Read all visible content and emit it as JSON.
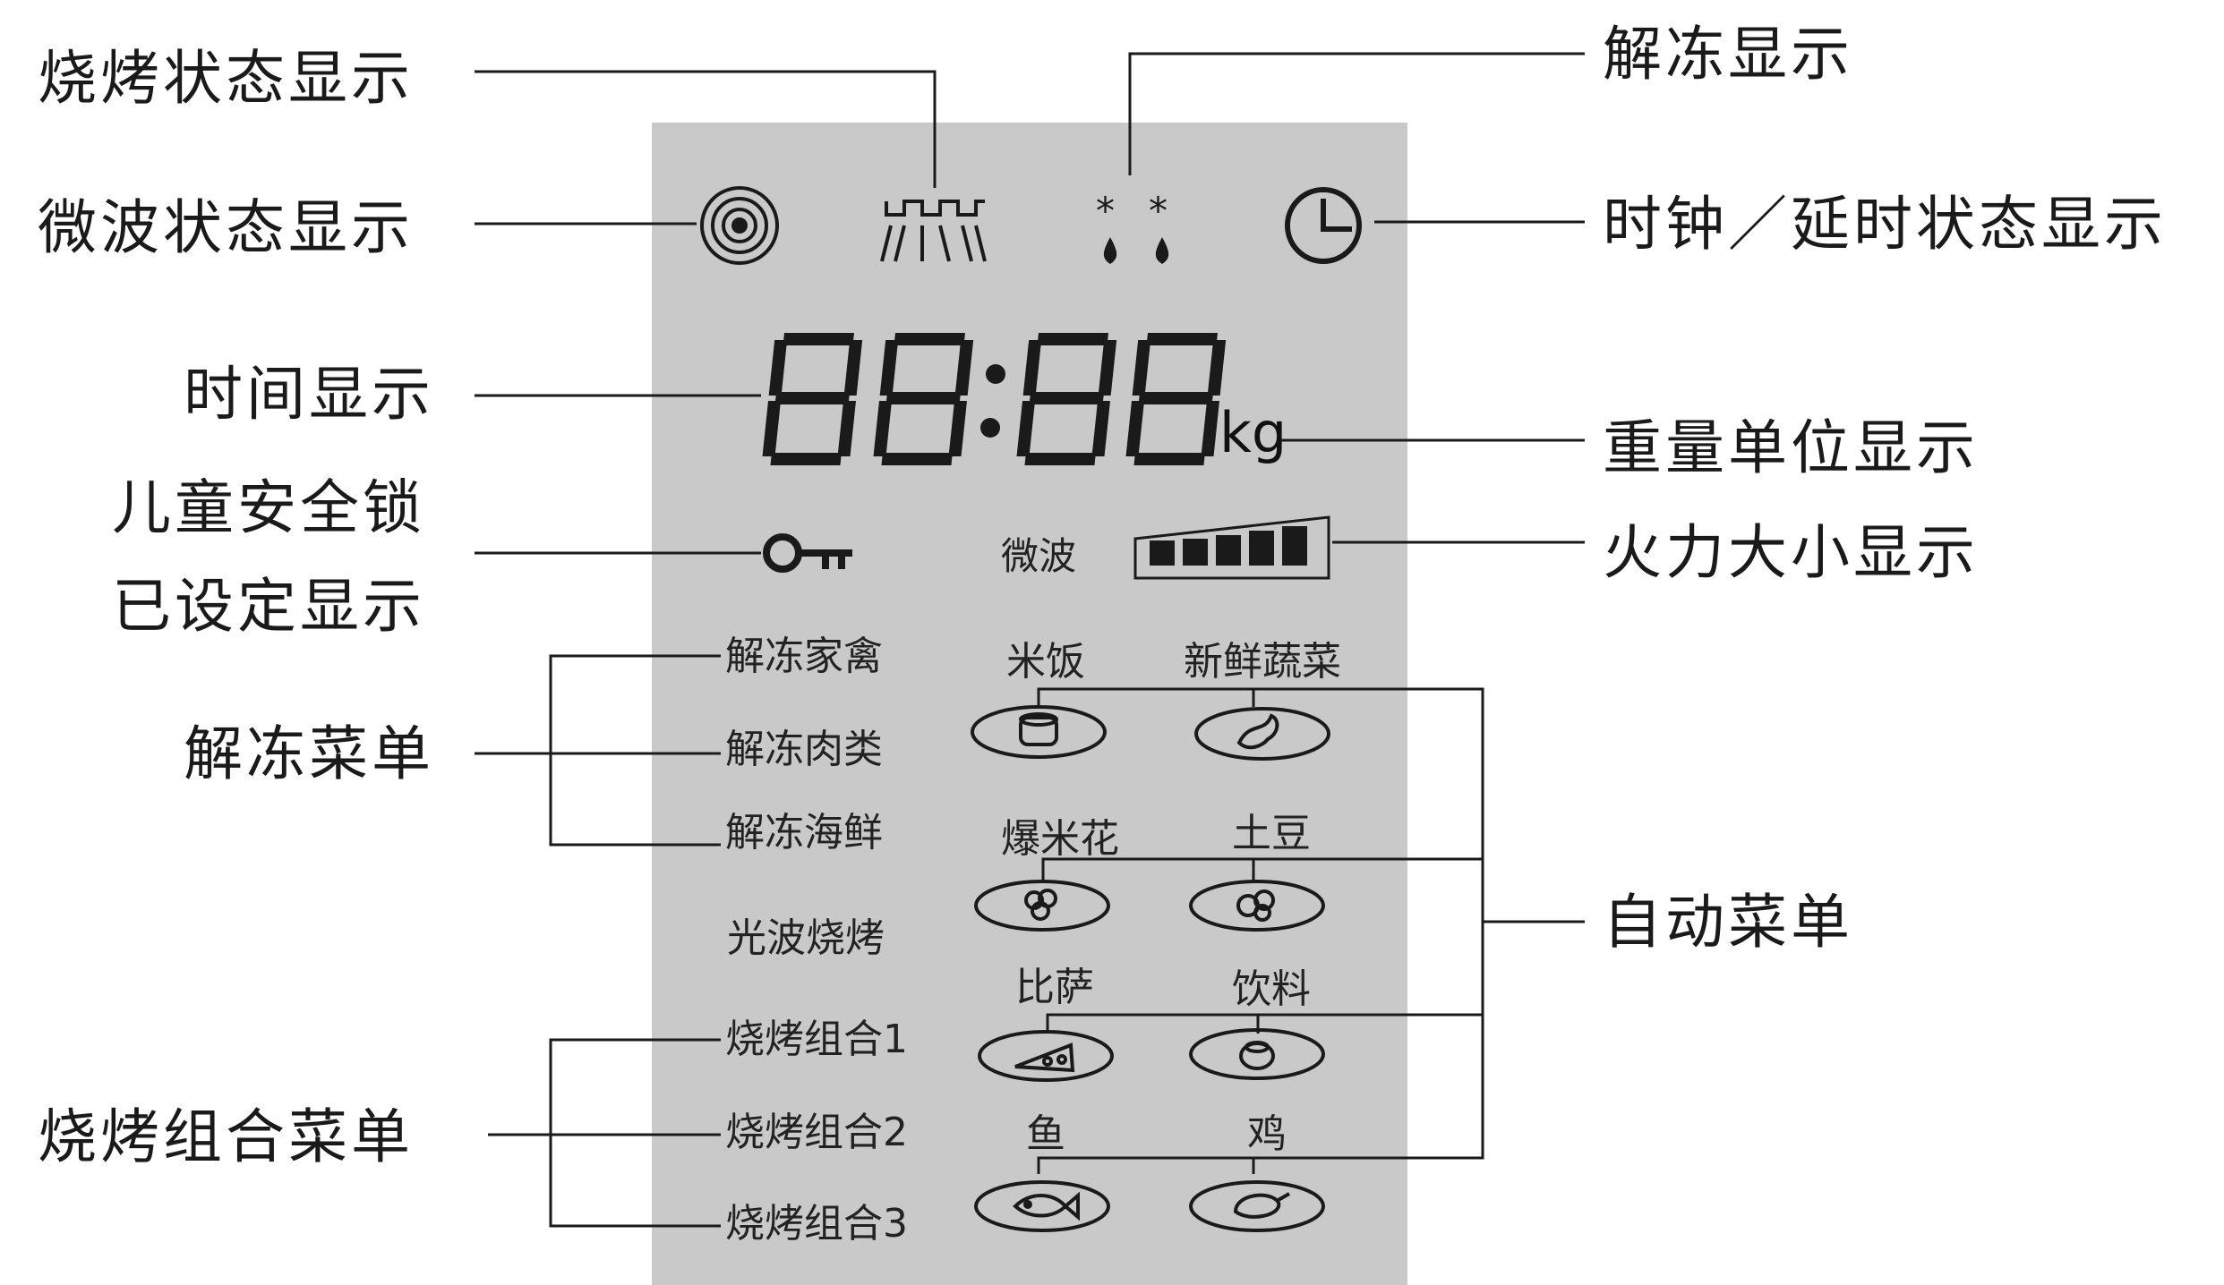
{
  "callouts_left": {
    "bake_status": "烧烤状态显示",
    "microwave_status": "微波状态显示",
    "time_display": "时间显示",
    "child_lock_line1": "儿童安全锁",
    "child_lock_line2": "已设定显示",
    "defrost_menu": "解冻菜单",
    "bake_combo_menu": "烧烤组合菜单"
  },
  "callouts_right": {
    "defrost_display": "解冻显示",
    "clock_delay_status": "时钟／延时状态显示",
    "weight_unit": "重量单位显示",
    "power_level": "火力大小显示",
    "auto_menu": "自动菜单"
  },
  "display": {
    "digits": "88:88",
    "unit": "kg",
    "power_label": "微波",
    "power_level_bars": 5
  },
  "left_menu": [
    "解冻家禽",
    "解冻肉类",
    "解冻海鲜",
    "光波烧烤",
    "烧烤组合1",
    "烧烤组合2",
    "烧烤组合3"
  ],
  "auto_menu_items": [
    {
      "label": "米饭",
      "icon": "rice-bowl-icon"
    },
    {
      "label": "新鲜蔬菜",
      "icon": "vegetable-icon"
    },
    {
      "label": "爆米花",
      "icon": "popcorn-icon"
    },
    {
      "label": "土豆",
      "icon": "potato-icon"
    },
    {
      "label": "比萨",
      "icon": "pizza-icon"
    },
    {
      "label": "饮料",
      "icon": "drink-icon"
    },
    {
      "label": "鱼",
      "icon": "fish-icon"
    },
    {
      "label": "鸡",
      "icon": "chicken-icon"
    }
  ],
  "colors": {
    "panel": "#c9c9c9",
    "ink": "#1a1a1a"
  }
}
